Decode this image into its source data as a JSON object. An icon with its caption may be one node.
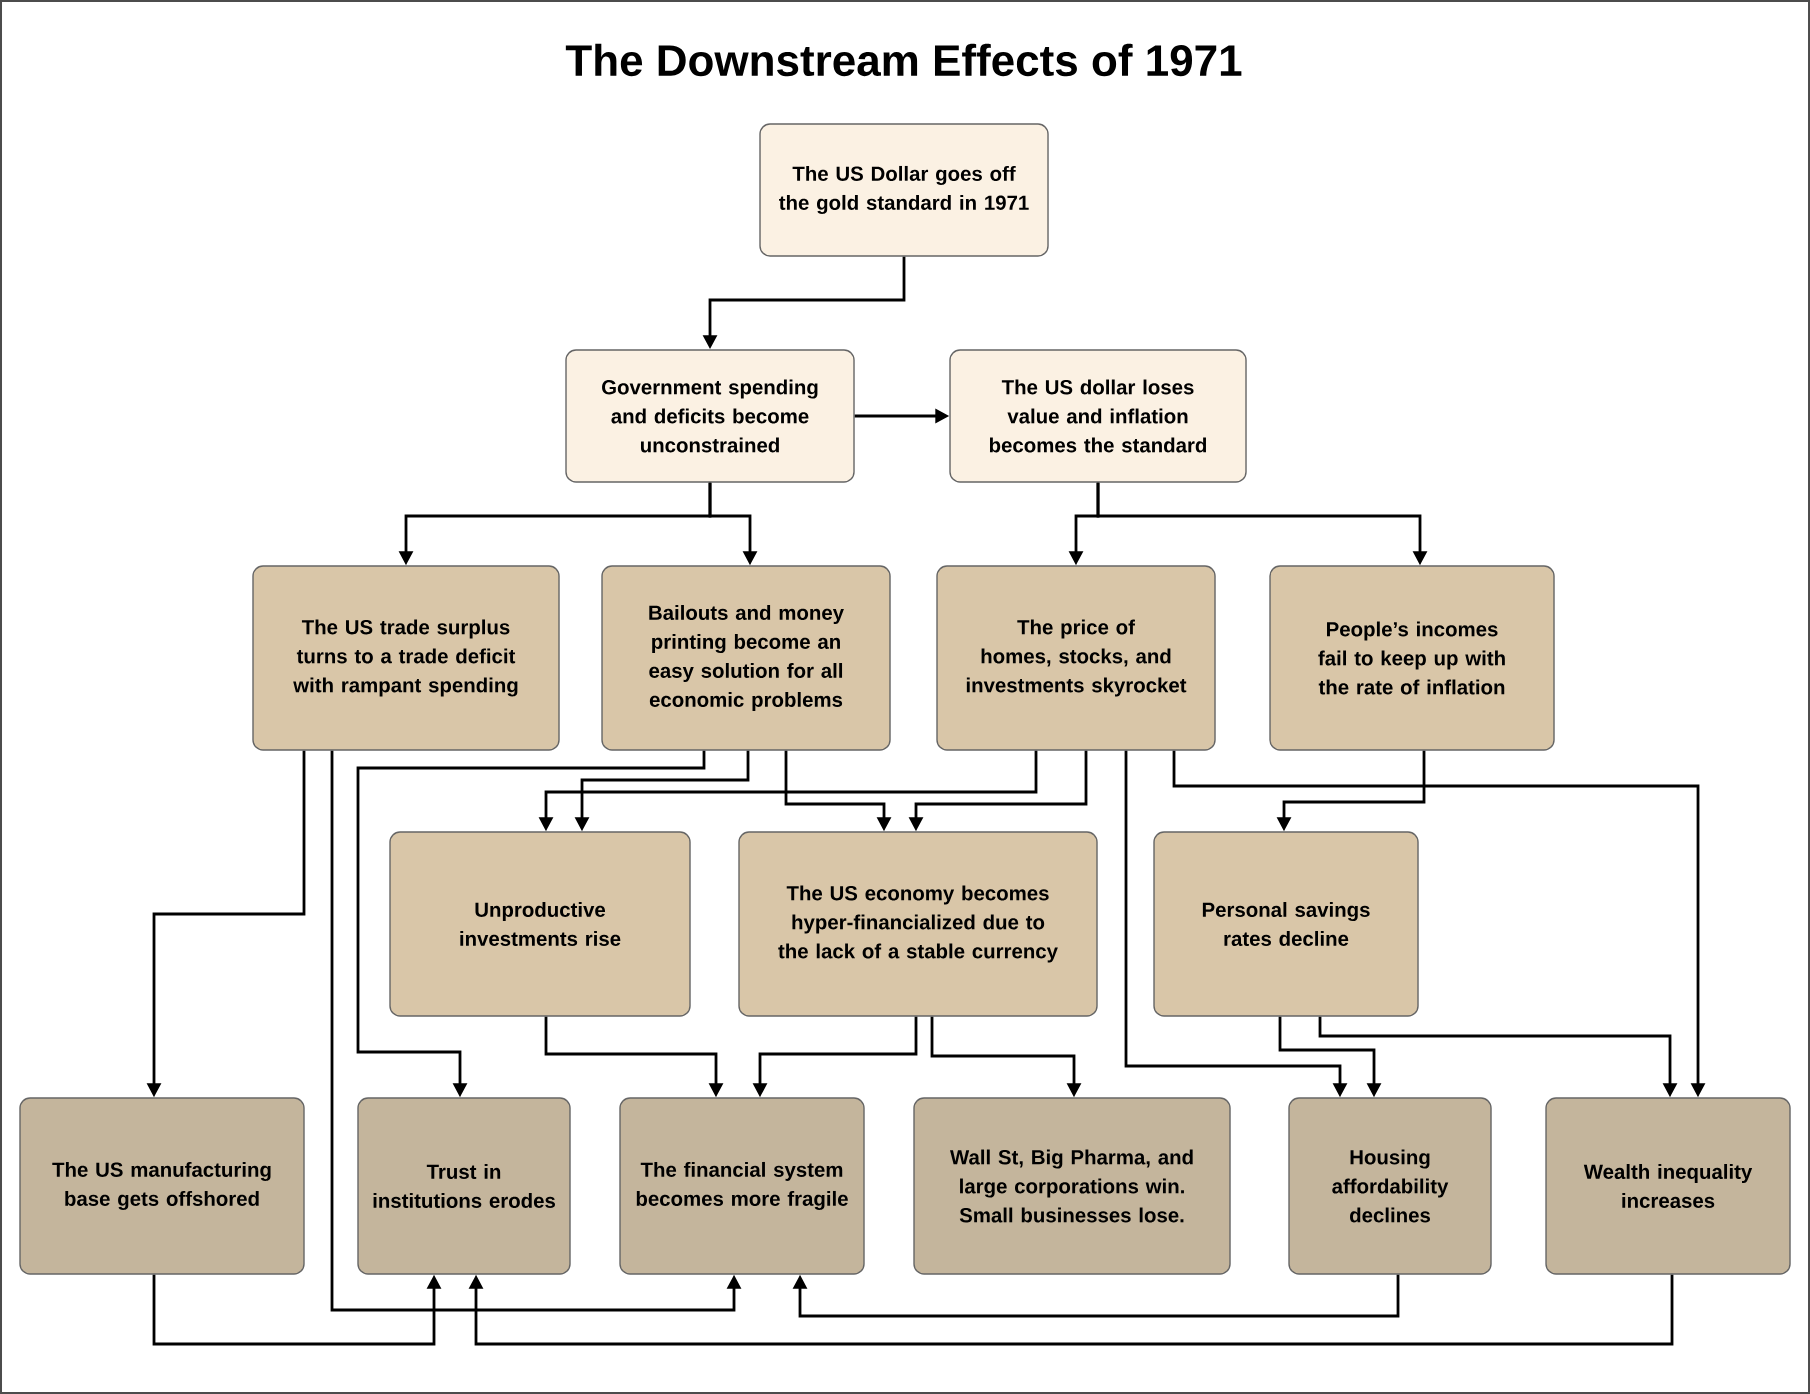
{
  "diagram": {
    "title": "The Downstream Effects of 1971",
    "nodes": [
      {
        "text": [
          "The US Dollar goes off the gold standard in 1971"
        ]
      },
      {
        "text": [
          "Government spending and deficits become unconstrained"
        ]
      },
      {
        "text": [
          "The US dollar loses value and inflation becomes the standard"
        ]
      },
      {
        "text": [
          "The US trade surplus turns to a trade deficit with rampant spending"
        ]
      },
      {
        "text": [
          "Bailouts and money printing become an easy solution for all economic problems"
        ]
      },
      {
        "text": [
          "The price of homes, stocks, and investments skyrocket"
        ]
      },
      {
        "text": [
          "People’s incomes fail to keep up with the rate of inflation"
        ]
      },
      {
        "text": [
          "Unproductive investments rise"
        ]
      },
      {
        "text": [
          "The US economy becomes hyper-financialized due to the lack of a stable currency"
        ]
      },
      {
        "text": [
          "Personal savings rates decline"
        ]
      },
      {
        "text": [
          "The US manufacturing base gets offshored"
        ]
      },
      {
        "text": [
          "Trust in institutions erodes"
        ]
      },
      {
        "text": [
          "The financial system becomes more fragile"
        ]
      },
      {
        "text": [
          "Wall St, Big Pharma, and large corporations win. Small businesses lose."
        ]
      },
      {
        "text": [
          "Housing affordability declines"
        ]
      },
      {
        "text": [
          "Wealth inequality increases"
        ]
      }
    ],
    "edges": [
      {
        "from": 0,
        "to": 1,
        "arrow": "to"
      },
      {
        "from": 1,
        "to": 2,
        "arrow": "to"
      },
      {
        "from": 1,
        "to": 3,
        "arrow": "to"
      },
      {
        "from": 1,
        "to": 4,
        "arrow": "to"
      },
      {
        "from": 2,
        "to": 5,
        "arrow": "to"
      },
      {
        "from": 2,
        "to": 6,
        "arrow": "to"
      },
      {
        "from": 3,
        "to": 10,
        "arrow": "to"
      },
      {
        "from": 3,
        "to": 12,
        "arrow": "to"
      },
      {
        "from": 4,
        "to": 7,
        "arrow": "to"
      },
      {
        "from": 4,
        "to": 8,
        "arrow": "to"
      },
      {
        "from": 4,
        "to": 11,
        "arrow": "to"
      },
      {
        "from": 5,
        "to": 7,
        "arrow": "to"
      },
      {
        "from": 5,
        "to": 8,
        "arrow": "to"
      },
      {
        "from": 5,
        "to": 14,
        "arrow": "to"
      },
      {
        "from": 5,
        "to": 15,
        "arrow": "to"
      },
      {
        "from": 6,
        "to": 9,
        "arrow": "to"
      },
      {
        "from": 7,
        "to": 12,
        "arrow": "to"
      },
      {
        "from": 8,
        "to": 12,
        "arrow": "to"
      },
      {
        "from": 8,
        "to": 13,
        "arrow": "to"
      },
      {
        "from": 9,
        "to": 14,
        "arrow": "to"
      },
      {
        "from": 9,
        "to": 15,
        "arrow": "to"
      },
      {
        "from": 10,
        "to": 11,
        "arrow": "to"
      },
      {
        "from": 15,
        "to": 11,
        "arrow": "to"
      },
      {
        "from": 14,
        "to": 12,
        "arrow": "to"
      }
    ]
  }
}
